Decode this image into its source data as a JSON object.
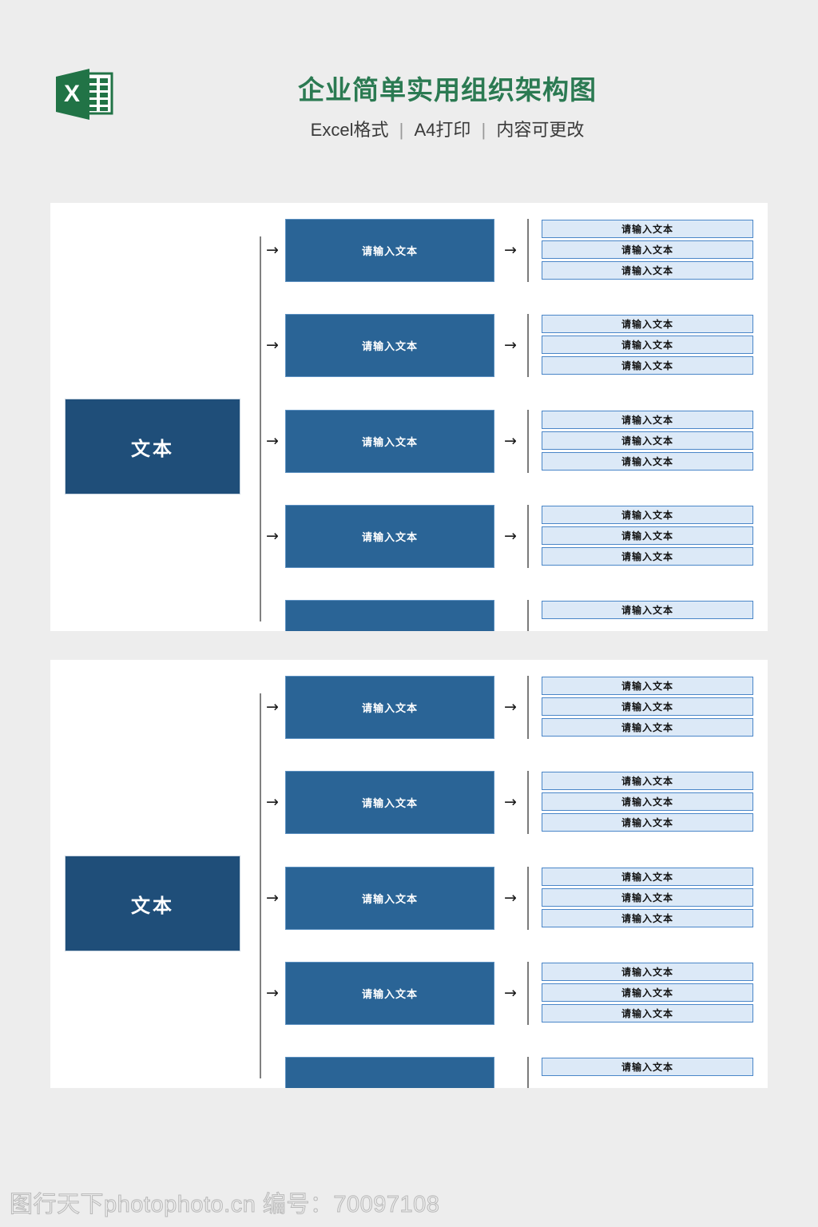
{
  "header": {
    "icon_name": "excel-file-icon",
    "title": "企业简单实用组织架构图",
    "subtitle_parts": [
      "Excel格式",
      "A4打印",
      "内容可更改"
    ],
    "separator": "|",
    "title_color": "#2b7a52",
    "subtitle_color": "#3a3a3a"
  },
  "colors": {
    "page_background": "#ededed",
    "panel_background": "#ffffff",
    "root_box_fill": "#1f4e79",
    "mid_box_fill": "#2a6496",
    "leaf_box_fill": "#dce9f7",
    "leaf_box_border": "#4a86c8",
    "connector_line": "#808080",
    "watermark_color": "#b9b9b9"
  },
  "labels": {
    "root_text": "文本",
    "node_text": "请输入文本",
    "arrow_glyph": "→"
  },
  "panels": [
    {
      "id": "panel-1",
      "root": {
        "label": "文本"
      },
      "groups": [
        {
          "mid": "请输入文本",
          "leaves": [
            "请输入文本",
            "请输入文本",
            "请输入文本"
          ]
        },
        {
          "mid": "请输入文本",
          "leaves": [
            "请输入文本",
            "请输入文本",
            "请输入文本"
          ]
        },
        {
          "mid": "请输入文本",
          "leaves": [
            "请输入文本",
            "请输入文本",
            "请输入文本"
          ]
        },
        {
          "mid": "请输入文本",
          "leaves": [
            "请输入文本",
            "请输入文本",
            "请输入文本"
          ]
        },
        {
          "mid": "",
          "leaves": [
            "请输入文本"
          ]
        }
      ]
    },
    {
      "id": "panel-2",
      "root": {
        "label": "文本"
      },
      "groups": [
        {
          "mid": "请输入文本",
          "leaves": [
            "请输入文本",
            "请输入文本",
            "请输入文本"
          ]
        },
        {
          "mid": "请输入文本",
          "leaves": [
            "请输入文本",
            "请输入文本",
            "请输入文本"
          ]
        },
        {
          "mid": "请输入文本",
          "leaves": [
            "请输入文本",
            "请输入文本",
            "请输入文本"
          ]
        },
        {
          "mid": "请输入文本",
          "leaves": [
            "请输入文本",
            "请输入文本",
            "请输入文本"
          ]
        },
        {
          "mid": "",
          "leaves": [
            "请输入文本"
          ]
        }
      ]
    }
  ],
  "footer": {
    "watermark": "图行天下photophoto.cn 编号：70097108"
  }
}
